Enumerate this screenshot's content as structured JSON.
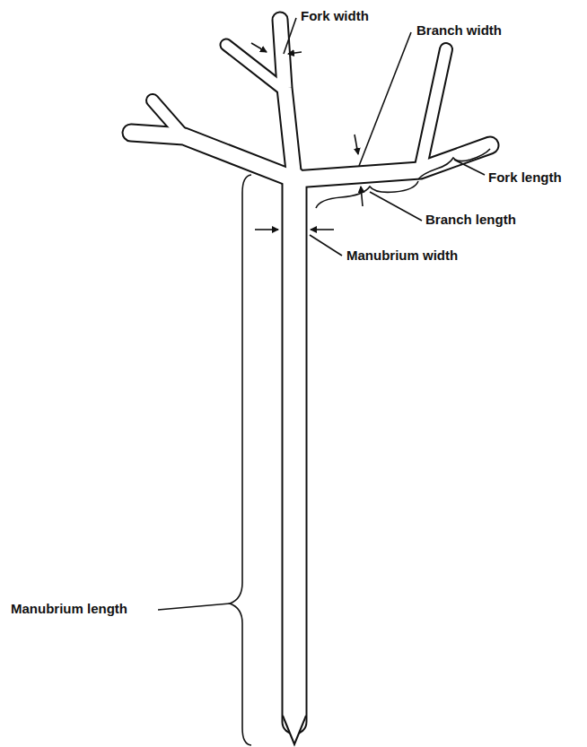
{
  "diagram": {
    "labels": [
      "Fork width",
      "Branch width",
      "Fork length",
      "Branch length",
      "Manubrium width",
      "Manubrium length"
    ]
  }
}
